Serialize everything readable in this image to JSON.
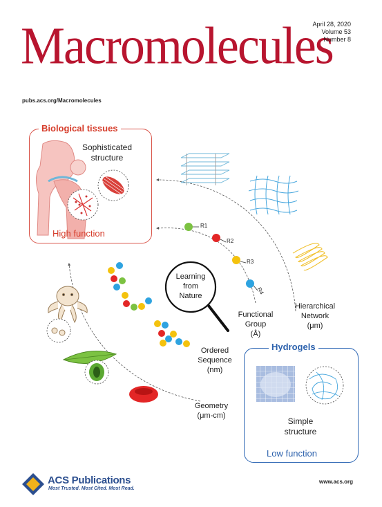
{
  "header": {
    "journal_title": "Macromolecules",
    "issue_date": "April 28, 2020",
    "volume": "Volume 53",
    "number": "Number 8",
    "journal_url": "pubs.acs.org/Macromolecules"
  },
  "biological_tissues": {
    "title": "Biological tissues",
    "structure_line1": "Sophisticated",
    "structure_line2": "structure",
    "function_label": "High function"
  },
  "center": {
    "line1": "Learning",
    "line2": "from",
    "line3": "Nature"
  },
  "scales": {
    "functional_group": {
      "line1": "Functional",
      "line2": "Group",
      "line3": "(Å)"
    },
    "hierarchical_network": {
      "line1": "Hierarchical",
      "line2": "Network",
      "line3": "(μm)"
    },
    "ordered_sequence": {
      "line1": "Ordered",
      "line2": "Sequence",
      "line3": "(nm)"
    },
    "geometry": {
      "line1": "Geometry",
      "line2": "(μm-cm)"
    },
    "r_groups": [
      "R1",
      "R2",
      "R3",
      "R4"
    ]
  },
  "hydrogels": {
    "title": "Hydrogels",
    "structure_line1": "Simple",
    "structure_line2": "structure",
    "function_label": "Low function"
  },
  "footer": {
    "publisher": "ACS Publications",
    "tagline": "Most Trusted. Most Cited. Most Read.",
    "website": "www.acs.org"
  },
  "colors": {
    "masthead": "#b8152f",
    "biological_accent": "#d63d2b",
    "hydrogel_accent": "#2d62ad",
    "bead_yellow": "#f4c20d",
    "bead_blue": "#2ea3e0",
    "bead_green": "#7cc242",
    "bead_red": "#e32626"
  }
}
